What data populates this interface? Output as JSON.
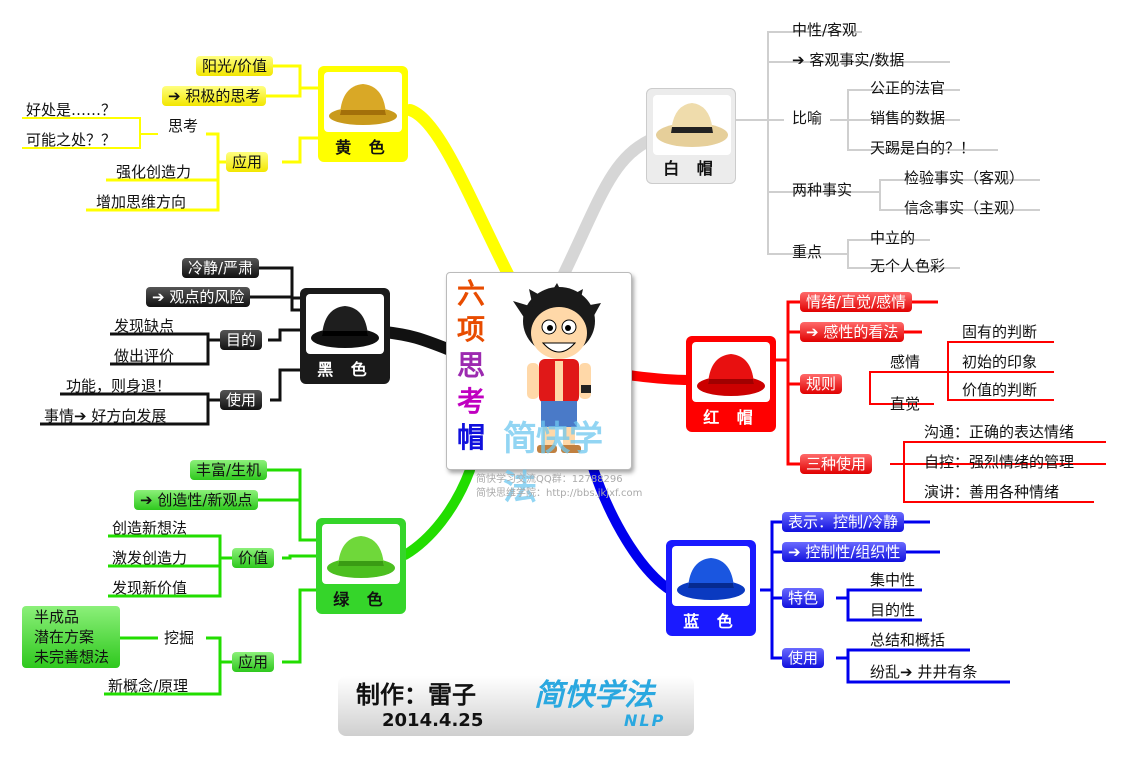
{
  "center": {
    "title_chars": [
      "六",
      "项",
      "思",
      "考",
      "帽"
    ],
    "title_colors": [
      "#e84c00",
      "#e84c00",
      "#9c2ab0",
      "#c000c0",
      "#1010dd"
    ],
    "watermark": "简快学法",
    "caption1": "简快学习交流QQ群：12788296",
    "caption2": "简快思维学院：http://bbs.jkjxf.com"
  },
  "footer": {
    "author": "制作：雷子",
    "date": "2014.4.25",
    "logo": "简快学法",
    "logo_sub": "NLP"
  },
  "hats": {
    "white": {
      "label": "白 帽",
      "color": "#f0f0f0",
      "line": "#d0d0d0"
    },
    "yellow": {
      "label": "黄 色",
      "color": "#ffff00",
      "line": "#ffff00"
    },
    "black": {
      "label": "黑 色",
      "color": "#111111",
      "line": "#111111"
    },
    "green": {
      "label": "绿 色",
      "color": "#35d52a",
      "line": "#22dd00"
    },
    "red": {
      "label": "红 帽",
      "color": "#ff0000",
      "line": "#ff0000"
    },
    "blue": {
      "label": "蓝 色",
      "color": "#1a1aff",
      "line": "#0000ee"
    }
  },
  "yellow": {
    "sun": "阳光/价值",
    "positive": "➔ 积极的思考",
    "apply": "应用",
    "think": "思考",
    "good": "好处是……？",
    "possible": "可能之处？？",
    "creativity": "强化创造力",
    "direction": "增加思维方向"
  },
  "black": {
    "calm": "冷静/严肃",
    "risk": "➔ 观点的风险",
    "purpose": "目的",
    "flaw": "发现缺点",
    "eval": "做出评价",
    "use": "使用",
    "retreat": "功能，则身退！",
    "good": "事情➔ 好方向发展"
  },
  "green": {
    "rich": "丰富/生机",
    "creative": "➔ 创造性/新观点",
    "value": "价值",
    "newidea": "创造新想法",
    "inspire": "激发创造力",
    "newvalue": "发现新价值",
    "apply": "应用",
    "dig": "挖掘",
    "half": "半成品",
    "potential": "潜在方案",
    "imperfect": "未完善想法",
    "concept": "新概念/原理"
  },
  "white": {
    "neutral": "中性/客观",
    "facts": "➔ 客观事实/数据",
    "metaphor": "比喻",
    "judge": "公正的法官",
    "sales": "销售的数据",
    "sky": "天踢是白的？！",
    "twofacts": "两种事实",
    "verify": "检验事实（客观）",
    "belief": "信念事实（主观）",
    "key": "重点",
    "neutral2": "中立的",
    "nocolor": "无个人色彩"
  },
  "red": {
    "emotion": "情绪/直觉/感情",
    "view": "➔ 感性的看法",
    "rule": "规则",
    "feeling": "感情",
    "intuition": "直觉",
    "inherent": "固有的判断",
    "initial": "初始的印象",
    "valuejudge": "价值的判断",
    "three": "三种使用",
    "communicate": "沟通：正确的表达情绪",
    "selfcontrol": "自控：强烈情绪的管理",
    "speech": "演讲：善用各种情绪"
  },
  "blue": {
    "express": "表示：控制/冷静",
    "control": "➔ 控制性/组织性",
    "feature": "特色",
    "focus": "集中性",
    "purpose": "目的性",
    "use": "使用",
    "summary": "总结和概括",
    "order": "纷乱➔ 井井有条"
  }
}
